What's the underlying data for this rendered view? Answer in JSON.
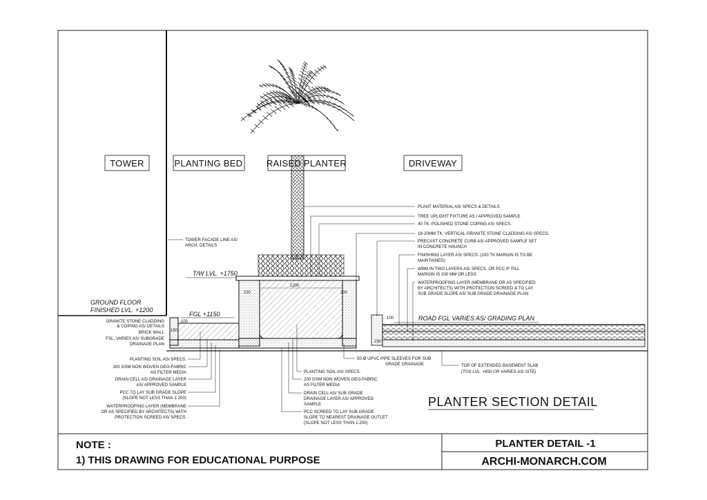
{
  "zones": {
    "tower": "TOWER",
    "planting_bed": "PLANTING BED",
    "raised_planter": "RAISED PLANTER",
    "driveway": "DRIVEWAY"
  },
  "levels": {
    "tw_level": "T/W LVL. +1750",
    "ground_floor_1": "GROUND FLOOR",
    "ground_floor_2": "FINISHED LVL. +1200",
    "fgl": "FGL +1150",
    "road_fgl": "ROAD FGL VARIES AS/ GRADING PLAN"
  },
  "dimensions": {
    "wall_left": "230",
    "wall_right": "230",
    "inner_width": "1200",
    "curb": "230",
    "small_1": "100",
    "small_2": "150",
    "curb_h": "100"
  },
  "right_notes": [
    "PLANT MATERIAL  AS/ SPECS & DETAILS",
    "TREE UPLIGHT FIXTURE AS / APPROVED SAMPLE",
    "40 TK. POLISHED STONE COPING AS/ SPECS.",
    "18-20MM TK. VERTICAL GRANITE STONE CLADDING AS/ SPECS.",
    "PRECAST CONCRETE CURB AS/ APPROVED SAMPLE SET",
    "IN CONCRETE HAUNCH",
    "FINISHING LAYER AS/ SPECS. (100 TK MARGIN IS TO BE",
    "MAINTAINED)",
    "WBM IN TWO LAYERS AS/ SPECS. OR PCC IF FILL",
    "MARGIN IS 200 MM OR LESS",
    "WATERPROOFING LAYER (MEMBRANE OR AS SPECIFIED",
    "BY ARCHITECTS) WITH PROTECTION SCREED & TO LAY",
    "SUB GRADE SLOPE AS/ SUB GRADE DRAINAGE PLAN"
  ],
  "tower_note": [
    "TOWER FACADE LINE AS/",
    "ARCH. DETAILS"
  ],
  "left_notes": [
    "GRANITE STONE CLADDING",
    "& COPING AS/ DETAILS",
    "BRICK WALL",
    "FSL. VARIES AS/ SUBGRADE",
    "DRAINAGE PLAN"
  ],
  "bottom_left_notes": [
    "PLANTING SOIL AS/ SPECS.",
    "300 GSM NON WOVEN GEO-FABRIC",
    "AS FILTER MEDIA",
    "DRAIN CELL AS/ DRAINAGE LAYER",
    "AS/ APPROVED SAMPLE",
    "PCC  TO LAY SUB GRADE SLOPE",
    "(SLOPE NOT LESS THAN 1:200)",
    "WATERPROOFING LAYER (MEMBRANE",
    "OR AS SPECIFIED BY ARCHITECTS) WITH",
    "PROTECTION SCREED AS/ SPECS."
  ],
  "bottom_center_notes": [
    "PLANTING SOIL AS/ SPECS.",
    "200 GSM NON WOVEN GEO-FABRIC",
    "AS FILTER MEDIA",
    "DRAIN CELL AS/ SUB GRADE",
    "DRAINAGE LAYER AS/ APPROVED",
    "SAMPLE",
    "PCC SCREED TO LAY SUB GRADE",
    "SLOPE TO NEAREST DRAINAGE OUTLET",
    "(SLOPE NOT LESS THAN 1:200)"
  ],
  "pipe_note": [
    "50 Ø UPVC PIPE SLEEVES FOR SUB",
    "GRADE DRAINAGE"
  ],
  "slab_note": [
    "TOP OF EXTENDED BASEMENT SLAB",
    "(TOS LVL. +650 OR VARIES AS/ SITE)"
  ],
  "title": "PLANTER SECTION DETAIL",
  "title_block": {
    "note_heading": "NOTE :",
    "note_text": "1) THIS DRAWING FOR EDUCATIONAL PURPOSE",
    "detail_name": "PLANTER DETAIL -1",
    "website": "ARCHI-MONARCH.COM"
  }
}
